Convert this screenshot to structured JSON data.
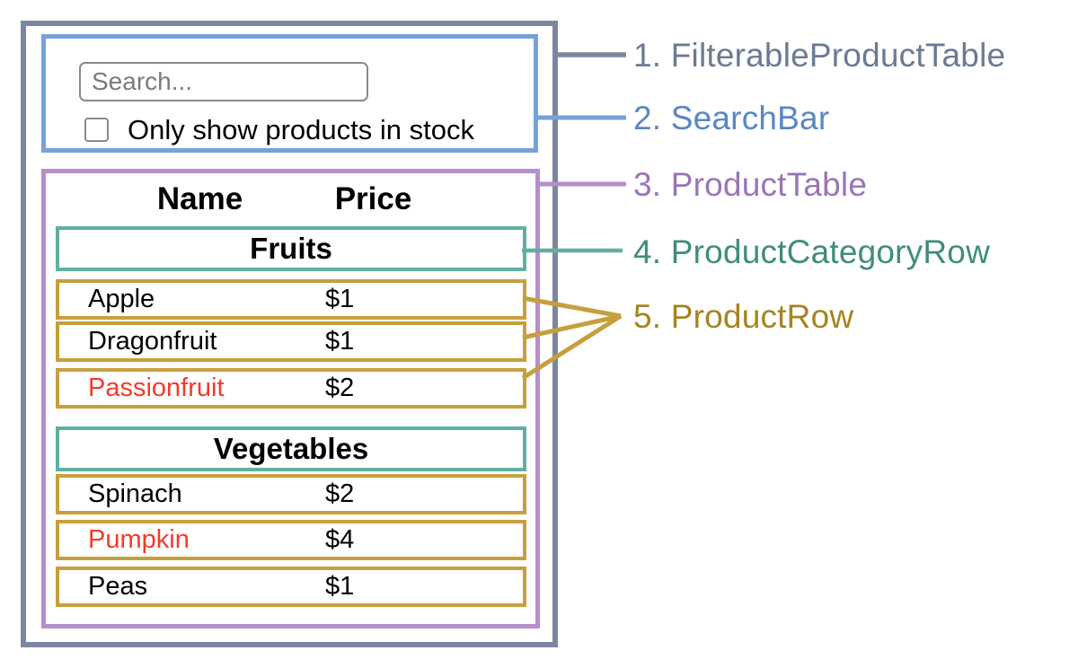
{
  "colors": {
    "filterable_product_table_border": "#7b87a0",
    "search_bar_border": "#76a2d8",
    "product_table_border": "#b48fca",
    "product_category_row_border": "#5fb0a0",
    "product_row_border": "#c6a03d",
    "out_of_stock_text": "#f23b2a",
    "legend_1": "#6b7a94",
    "legend_2": "#5a87c2",
    "legend_3": "#9a74b8",
    "legend_4": "#3f8d7c",
    "legend_5": "#a6841f"
  },
  "search_bar": {
    "placeholder": "Search...",
    "checkbox_label": "Only show products in stock",
    "checkbox_checked": false
  },
  "table": {
    "headers": {
      "name": "Name",
      "price": "Price"
    },
    "sections": [
      {
        "category": "Fruits",
        "rows": [
          {
            "name": "Apple",
            "price": "$1",
            "name_style": ""
          },
          {
            "name": "Dragonfruit",
            "price": "$1",
            "name_style": ""
          },
          {
            "name": "Passionfruit",
            "price": "$2",
            "name_style": "color:#f23b2a"
          }
        ]
      },
      {
        "category": "Vegetables",
        "rows": [
          {
            "name": "Spinach",
            "price": "$2",
            "name_style": ""
          },
          {
            "name": "Pumpkin",
            "price": "$4",
            "name_style": "color:#f23b2a"
          },
          {
            "name": "Peas",
            "price": "$1",
            "name_style": ""
          }
        ]
      }
    ]
  },
  "legend": [
    {
      "text": "1. FilterableProductTable",
      "style": "color:#6b7a94"
    },
    {
      "text": "2. SearchBar",
      "style": "color:#5a87c2"
    },
    {
      "text": "3. ProductTable",
      "style": "color:#9a74b8"
    },
    {
      "text": "4. ProductCategoryRow",
      "style": "color:#3f8d7c"
    },
    {
      "text": "5. ProductRow",
      "style": "color:#a6841f"
    }
  ]
}
